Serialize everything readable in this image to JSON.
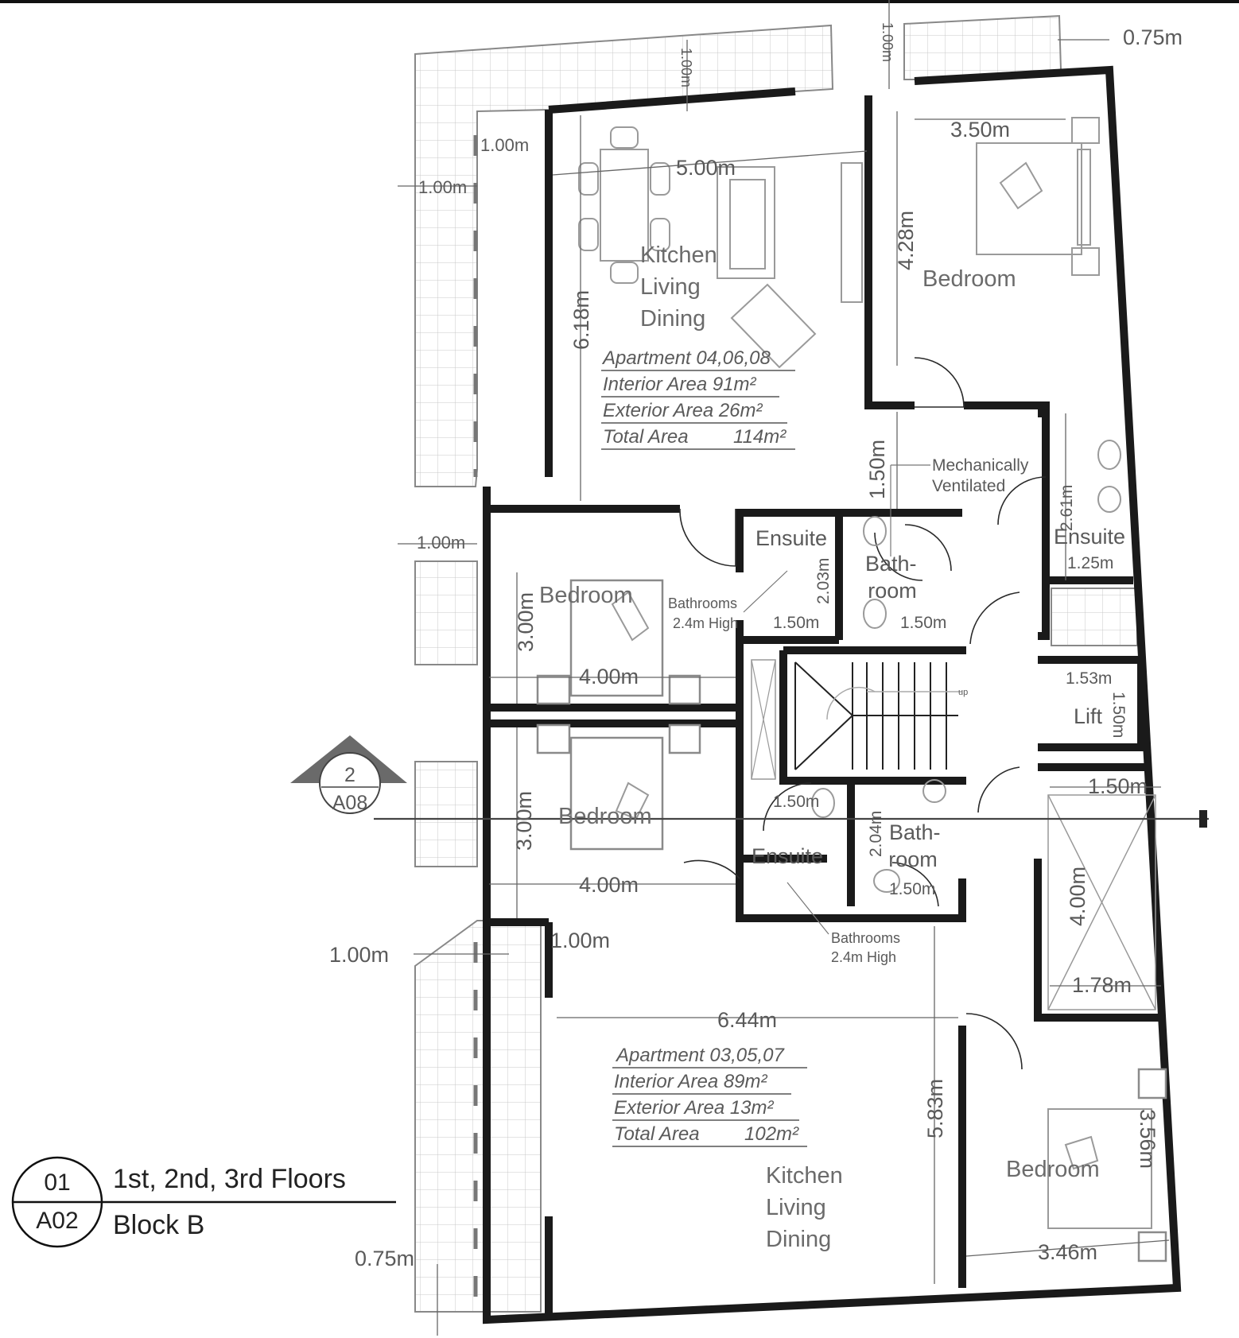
{
  "drawing": {
    "title_block": {
      "number": "01",
      "sheet": "A02",
      "line1": "1st, 2nd, 3rd Floors",
      "line2": "Block B"
    },
    "section_marker": {
      "number": "2",
      "sheet": "A08"
    }
  },
  "apartments": {
    "north": {
      "title": "Apartment 04,06,08",
      "interior": "Interior Area 91m²",
      "exterior": "Exterior Area 26m²",
      "total_label": "Total Area",
      "total_value": "114m²"
    },
    "south": {
      "title": "Apartment 03,05,07",
      "interior": "Interior Area 89m²",
      "exterior": "Exterior Area 13m²",
      "total_label": "Total Area",
      "total_value": "102m²"
    }
  },
  "rooms": {
    "kitchen_n": [
      "Kitchen",
      "Living",
      "Dining"
    ],
    "kitchen_s": [
      "Kitchen",
      "Living",
      "Dining"
    ],
    "bedroom": "Bedroom",
    "ensuite": "Ensuite",
    "bathroom": [
      "Bath-",
      "room"
    ],
    "lift": "Lift",
    "up": "up",
    "mech": [
      "Mechanically",
      "Ventilated"
    ],
    "bath_note": [
      "Bathrooms",
      "2.4m High"
    ]
  },
  "dimensions": {
    "d075_top": "0.75m",
    "d100_top1": "1.00m",
    "d100_top2": "1.00m",
    "d100_a": "1.00m",
    "d100_b": "1.00m",
    "d500": "5.00m",
    "d350": "3.50m",
    "d428": "4.28m",
    "d618": "6.18m",
    "d150_hall": "1.50m",
    "d261": "2.61m",
    "d125": "1.25m",
    "d100_c": "1.00m",
    "d300_a": "3.00m",
    "d400_a": "4.00m",
    "d203": "2.03m",
    "d150_a": "1.50m",
    "d150_b": "1.50m",
    "d153": "1.53m",
    "d150_lift": "1.50m",
    "d150_top": "1.50m",
    "d150_c": "1.50m",
    "d204": "2.04m",
    "d150_d": "1.50m",
    "d300_b": "3.00m",
    "d400_b": "4.00m",
    "d400_c": "4.00m",
    "d178": "1.78m",
    "d100_d": "1.00m",
    "d100_e": "1.00m",
    "d644": "6.44m",
    "d583": "5.83m",
    "d346": "3.46m",
    "d356": "3.56m",
    "d075_bot": "0.75m"
  }
}
